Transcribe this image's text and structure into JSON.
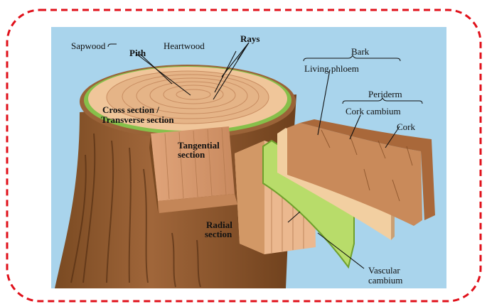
{
  "diagram": {
    "border_color": "#e0101a",
    "background_color": "#a9d4ec",
    "labels": {
      "sapwood": "Sapwood",
      "pith": "Pith",
      "heartwood": "Heartwood",
      "rays": "Rays",
      "bark": "Bark",
      "living_phloem": "Living phloem",
      "periderm": "Periderm",
      "cork_cambium": "Cork cambium",
      "cork": "Cork",
      "cross_section": "Cross section /",
      "transverse_section": "Transverse section",
      "tangential_line1": "Tangential",
      "tangential_line2": "section",
      "radial_line1": "Radial",
      "radial_line2": "section",
      "vascular_line1": "Vascular",
      "vascular_line2": "cambium"
    }
  }
}
